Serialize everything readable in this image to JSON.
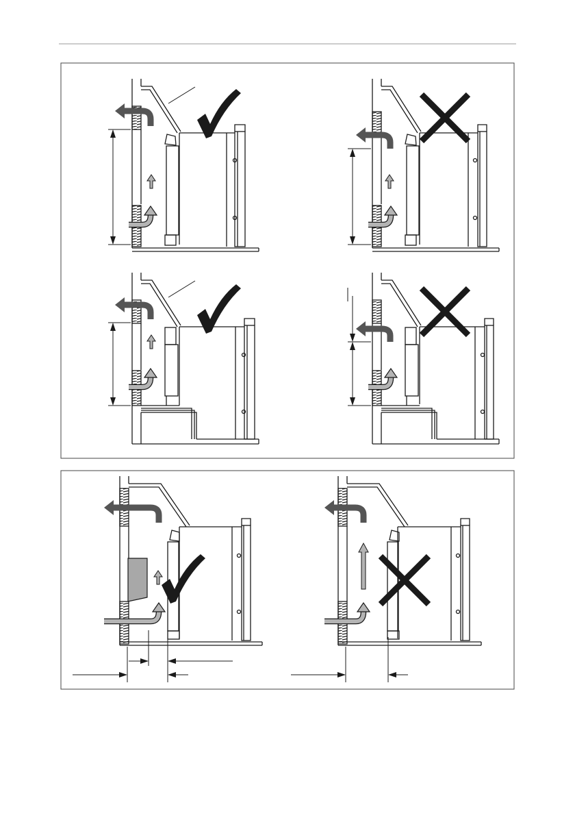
{
  "page": {
    "header_rule": true,
    "footer_text": ""
  },
  "figures": {
    "top_panel": {
      "installations": [
        {
          "id": "top-left",
          "verdict": "correct",
          "mark": "check-mark-icon"
        },
        {
          "id": "top-right",
          "verdict": "incorrect",
          "mark": "cross-mark-icon"
        },
        {
          "id": "middle-left",
          "verdict": "correct",
          "mark": "check-mark-icon"
        },
        {
          "id": "middle-right",
          "verdict": "incorrect",
          "mark": "cross-mark-icon"
        }
      ]
    },
    "bottom_panel": {
      "installations": [
        {
          "id": "bottom-left",
          "verdict": "correct",
          "mark": "check-mark-icon",
          "has_deflector": true
        },
        {
          "id": "bottom-right",
          "verdict": "incorrect",
          "mark": "cross-mark-icon",
          "has_deflector": false
        }
      ]
    }
  },
  "colors": {
    "line": "#1a1a1a",
    "frame": "#444444",
    "hot_air": "#555555",
    "cool_air": "#b4b4b4",
    "deflector": "#a8a8a8",
    "mark": "#1a1a1a",
    "rule": "#bbbbbb"
  }
}
